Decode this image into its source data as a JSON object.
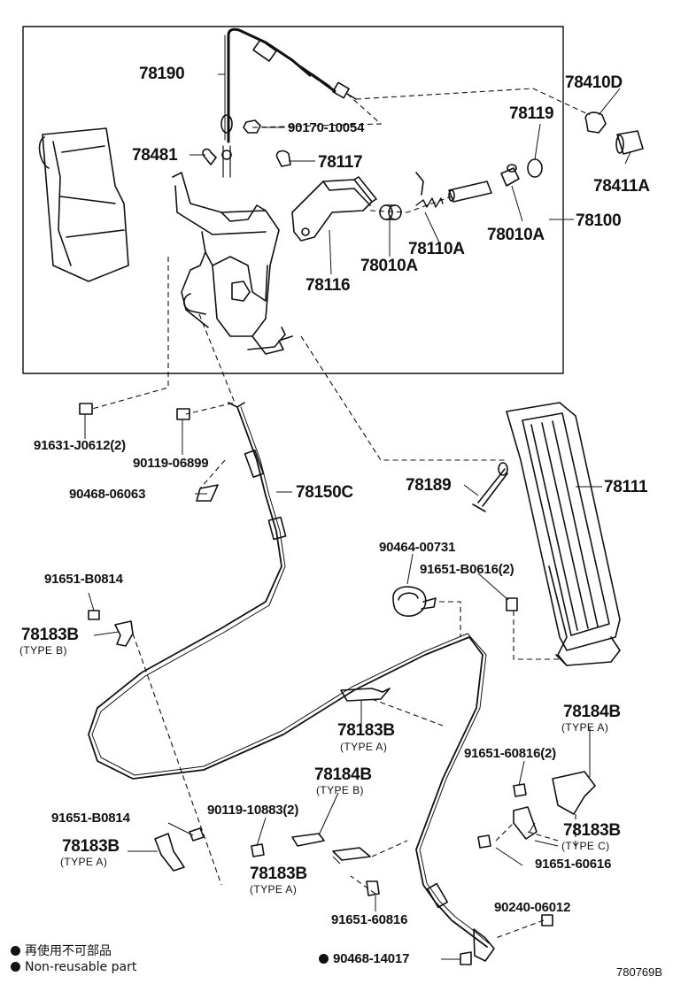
{
  "parts": {
    "p78190": "78190",
    "p90170_10054": "90170-10054",
    "p78410D": "78410D",
    "p78119": "78119",
    "p78481": "78481",
    "p78117": "78117",
    "p78411A": "78411A",
    "p78100": "78100",
    "p78110A": "78110A",
    "p78010A_right": "78010A",
    "p78010A_left": "78010A",
    "p78116": "78116",
    "p91631_J0612": "91631-J0612(2)",
    "p90119_06899": "90119-06899",
    "p90468_06063": "90468-06063",
    "p78150C": "78150C",
    "p78189": "78189",
    "p78111": "78111",
    "p90464_00731": "90464-00731",
    "p91651_B0616": "91651-B0616(2)",
    "p91651_B0814_top": "91651-B0814",
    "p78183B_typeB": "78183B",
    "p78183B_typeA_mid": "78183B",
    "p78184B_typeA": "78184B",
    "p91651_60816_2": "91651-60816(2)",
    "p78184B_typeB": "78184B",
    "p90119_10883": "90119-10883(2)",
    "p91651_B0814_bot": "91651-B0814",
    "p78183B_typeA_left": "78183B",
    "p78183B_typeC": "78183B",
    "p91651_60616": "91651-60616",
    "p78183B_typeA_low": "78183B",
    "p91651_60816": "91651-60816",
    "p90240_06012": "90240-06012",
    "p90468_14017": "90468-14017"
  },
  "types": {
    "typeB_1": "(TYPE B)",
    "typeA_mid": "(TYPE A)",
    "typeA_right": "(TYPE A)",
    "typeB_2": "(TYPE B)",
    "typeA_left": "(TYPE A)",
    "typeC": "(TYPE C)",
    "typeA_low": "(TYPE A)"
  },
  "legend": {
    "jp": "再使用不可部品",
    "en": "Non-reusable part"
  },
  "figure_code": "780769B"
}
